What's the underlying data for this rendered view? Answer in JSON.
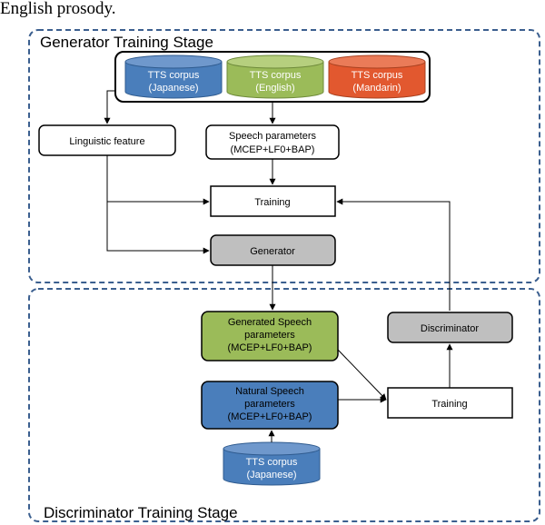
{
  "caption": "English prosody.",
  "generator_stage": {
    "title": "Generator Training Stage",
    "corpora": [
      {
        "line1": "TTS corpus",
        "line2": "(Japanese)",
        "color": "#4a7ebb"
      },
      {
        "line1": "TTS corpus",
        "line2": "(English)",
        "color": "#9bbb59"
      },
      {
        "line1": "TTS corpus",
        "line2": "(Mandarin)",
        "color": "#e2582f"
      }
    ],
    "linguistic_feature": "Linguistic feature",
    "speech_params": {
      "line1": "Speech parameters",
      "line2": "(MCEP+LF0+BAP)"
    },
    "training": "Training",
    "generator": "Generator"
  },
  "discriminator_stage": {
    "title": "Discriminator Training Stage",
    "generated_params": {
      "line1": "Generated Speech",
      "line2": "parameters",
      "line3": "(MCEP+LF0+BAP)"
    },
    "natural_params": {
      "line1": "Natural Speech",
      "line2": "parameters",
      "line3": "(MCEP+LF0+BAP)"
    },
    "corpus": {
      "line1": "TTS corpus",
      "line2": "(Japanese)"
    },
    "discriminator": "Discriminator",
    "training": "Training"
  },
  "colors": {
    "stage_border": "#3b5f8f",
    "gray_box": "#bfbfbf",
    "generated_fill": "#9bbb59",
    "natural_fill": "#4a7ebb",
    "corpus_blue": "#4a7ebb"
  }
}
